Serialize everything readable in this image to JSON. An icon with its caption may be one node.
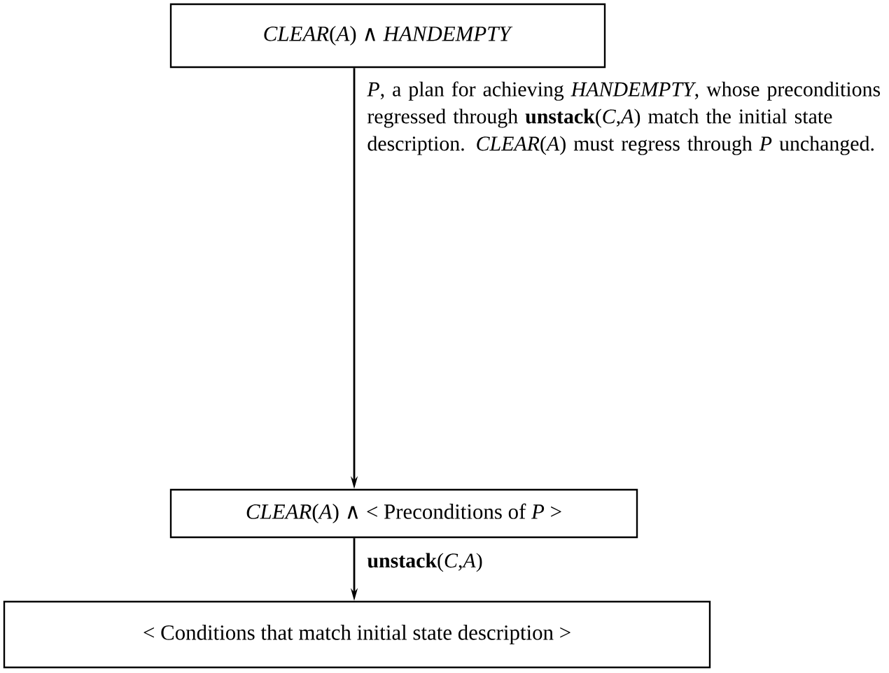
{
  "diagram": {
    "nodes": [
      {
        "text": [
          "*CLEAR*(*A*) ∧ *HANDEMPTY*"
        ]
      },
      {
        "text": [
          "*CLEAR*(*A*) ∧ < Preconditions of *P* >"
        ]
      },
      {
        "text": [
          "< Conditions that match initial state description >"
        ]
      }
    ],
    "edges": [
      {
        "from": 0,
        "to": 1,
        "arrow": "to",
        "label": "*P*, a plan for achieving *HANDEMPTY*, whose preconditions regressed through **unstack**(*C*,*A*) match the initial state description. *CLEAR*(*A*) must regress through *P* unchanged."
      },
      {
        "from": 1,
        "to": 2,
        "arrow": "to",
        "label": "**unstack**(*C*,*A*)"
      }
    ]
  }
}
